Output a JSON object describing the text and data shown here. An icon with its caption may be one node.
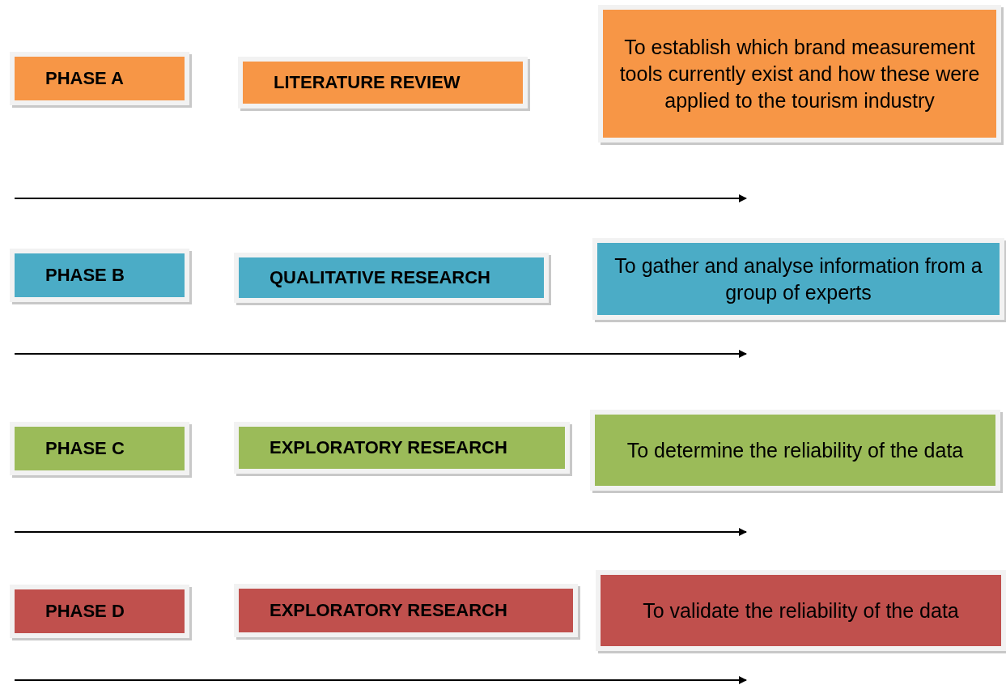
{
  "diagram": {
    "nodes": [
      {
        "text": [
          "PHASE A"
        ]
      },
      {
        "text": [
          "LITERATURE REVIEW"
        ]
      },
      {
        "text": [
          "To establish which brand measurement tools currently exist and how these were applied to the tourism industry"
        ]
      },
      {
        "text": [
          "PHASE B"
        ]
      },
      {
        "text": [
          "QUALITATIVE RESEARCH"
        ]
      },
      {
        "text": [
          "To gather and analyse information from a group of experts"
        ]
      },
      {
        "text": [
          "PHASE C"
        ]
      },
      {
        "text": [
          "EXPLORATORY RESEARCH"
        ]
      },
      {
        "text": [
          "To determine the reliability of the data"
        ]
      },
      {
        "text": [
          "PHASE D"
        ]
      },
      {
        "text": [
          "EXPLORATORY RESEARCH"
        ]
      },
      {
        "text": [
          "To validate the reliability of the data"
        ]
      }
    ]
  }
}
